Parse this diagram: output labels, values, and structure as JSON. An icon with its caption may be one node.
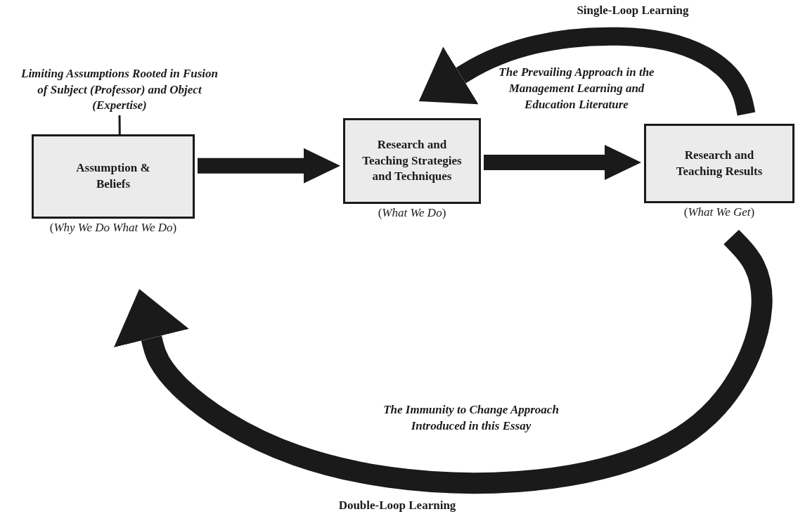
{
  "diagram": {
    "nodes": [
      {
        "text": [
          "Assumption & Beliefs"
        ],
        "beside": [
          "(*Why We Do What We Do*)"
        ]
      },
      {
        "text": [
          "Research and Teaching Strategies and Techniques"
        ],
        "beside": [
          "(*What We Do*)"
        ]
      },
      {
        "text": [
          "Research and Teaching Results"
        ],
        "beside": [
          "(*What We Get*)"
        ]
      },
      {
        "text": [
          "Limiting Assumptions Rooted in Fusion of Subject (Professor) and Object (Expertise)"
        ]
      }
    ],
    "edges": [
      {
        "from": 0,
        "to": 1,
        "arrow": "to"
      },
      {
        "from": 1,
        "to": 2,
        "arrow": "to"
      },
      {
        "from": 2,
        "to": 1,
        "arrow": "to"
      },
      {
        "from": 2,
        "to": 0,
        "arrow": "to"
      },
      {
        "from": 3,
        "to": 0,
        "arrow": "none"
      }
    ],
    "labels": [
      "Single-Loop Learning",
      "The Prevailing Approach in the Management Learning and Education Literature",
      "The Immunity to Change Approach Introduced in this Essay",
      "Double-Loop Learning"
    ]
  }
}
